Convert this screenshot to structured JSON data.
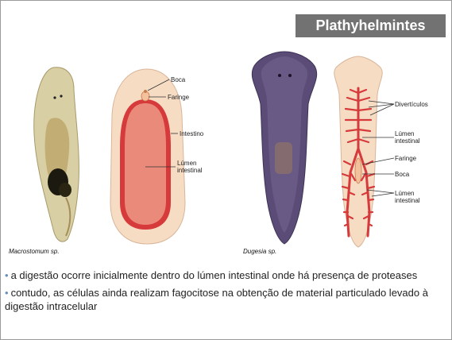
{
  "slide": {
    "title": "Plathyhelmintes",
    "captions": {
      "left": "Macrostomum sp.",
      "right": "Dugesia sp."
    },
    "left_diagram_labels": {
      "boca": "Boca",
      "faringe": "Faringe",
      "intestino": "Intestino",
      "lumen_line1": "Lúmen",
      "lumen_line2": "intestinal"
    },
    "right_diagram_labels": {
      "diverticulos": "Divertículos",
      "lumen1_line1": "Lúmen",
      "lumen1_line2": "intestinal",
      "faringe": "Faringe",
      "boca": "Boca",
      "lumen2_line1": "Lúmen",
      "lumen2_line2": "intestinal"
    },
    "bullets": [
      "a digestão ocorre inicialmente dentro do lúmen intestinal onde há presença de proteases",
      "contudo, as células ainda realizam fagocitose na obtenção de material particulado levado à digestão intracelular"
    ],
    "bullet_marker": "•",
    "colors": {
      "title_bg": "#727272",
      "body_fill": "#f7dcc4",
      "gut_red": "#d63a3a",
      "lumen_fill": "#e98a7a",
      "bullet_color": "#6b8fb7"
    }
  }
}
